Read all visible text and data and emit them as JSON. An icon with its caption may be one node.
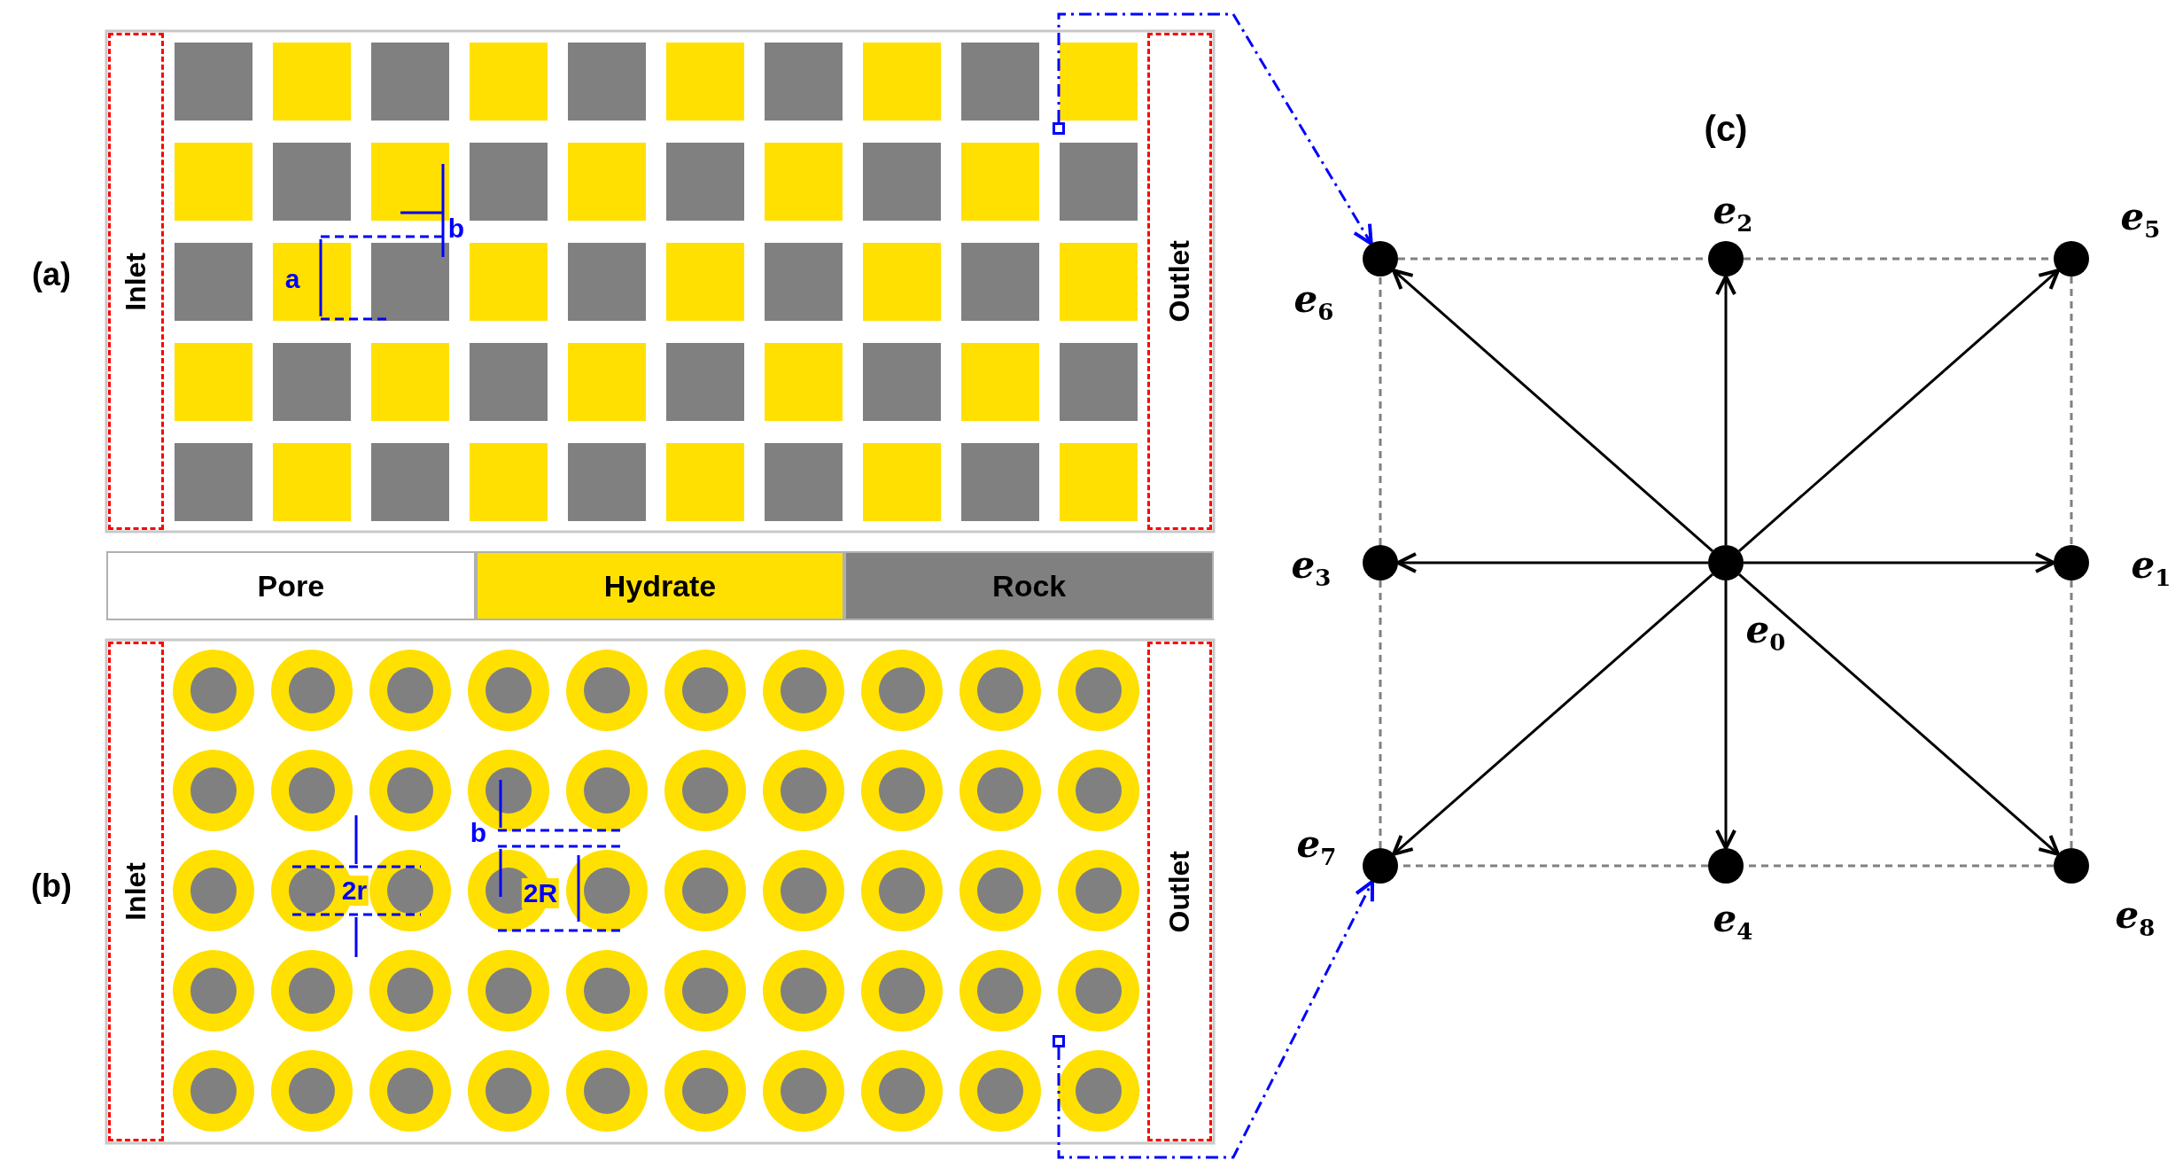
{
  "diagram": {
    "nodes": [
      {
        "text": [
          "Inlet"
        ]
      },
      {
        "text": [
          "Outlet"
        ]
      },
      {
        "text": [],
        "shape": "box"
      },
      {
        "text": [
          "Inlet"
        ]
      },
      {
        "text": [
          "Outlet"
        ]
      },
      {
        "text": [],
        "shape": "box"
      },
      {
        "text": [
          "e$_{0}$"
        ]
      },
      {
        "text": [
          "e$_{1}$"
        ]
      },
      {
        "text": [
          "e$_{2}$"
        ]
      },
      {
        "text": [
          "e$_{3}$"
        ]
      },
      {
        "text": [
          "e$_{4}$"
        ]
      },
      {
        "text": [
          "e$_{5}$"
        ]
      },
      {
        "text": [
          "e$_{6}$"
        ]
      },
      {
        "text": [
          "e$_{7}$"
        ]
      },
      {
        "text": [
          "e$_{8}$"
        ]
      }
    ],
    "edges": [
      {
        "from": 2,
        "to": 12,
        "arrow": "to",
        "style": "dashed",
        "color": "#0000ff"
      },
      {
        "from": 5,
        "to": 13,
        "arrow": "to",
        "style": "dashed",
        "color": "#0000ff"
      },
      {
        "from": 6,
        "to": 7,
        "arrow": "to"
      },
      {
        "from": 6,
        "to": 8,
        "arrow": "to"
      },
      {
        "from": 6,
        "to": 9,
        "arrow": "to"
      },
      {
        "from": 6,
        "to": 10,
        "arrow": "to"
      },
      {
        "from": 6,
        "to": 11,
        "arrow": "to"
      },
      {
        "from": 6,
        "to": 12,
        "arrow": "to"
      },
      {
        "from": 6,
        "to": 13,
        "arrow": "to"
      },
      {
        "from": 6,
        "to": 14,
        "arrow": "to"
      },
      {
        "from": 12,
        "to": 8,
        "arrow": "none",
        "style": "dashed",
        "color": "#808080"
      },
      {
        "from": 8,
        "to": 11,
        "arrow": "none",
        "style": "dashed",
        "color": "#808080"
      },
      {
        "from": 11,
        "to": 7,
        "arrow": "none",
        "style": "dashed",
        "color": "#808080"
      },
      {
        "from": 7,
        "to": 14,
        "arrow": "none",
        "style": "dashed",
        "color": "#808080"
      },
      {
        "from": 14,
        "to": 10,
        "arrow": "none",
        "style": "dashed",
        "color": "#808080"
      },
      {
        "from": 10,
        "to": 13,
        "arrow": "none",
        "style": "dashed",
        "color": "#808080"
      },
      {
        "from": 13,
        "to": 9,
        "arrow": "none",
        "style": "dashed",
        "color": "#808080"
      },
      {
        "from": 9,
        "to": 12,
        "arrow": "none",
        "style": "dashed",
        "color": "#808080"
      }
    ],
    "labels": [
      "(a)",
      "a",
      "b",
      "(b)",
      "b",
      "2r",
      "2R",
      "(c)"
    ],
    "legend": [
      {
        "text": "Pore",
        "color": "#ffffff"
      },
      {
        "text": "Hydrate",
        "color": "#ffe000"
      },
      {
        "text": "Rock",
        "color": "#808080"
      }
    ]
  }
}
